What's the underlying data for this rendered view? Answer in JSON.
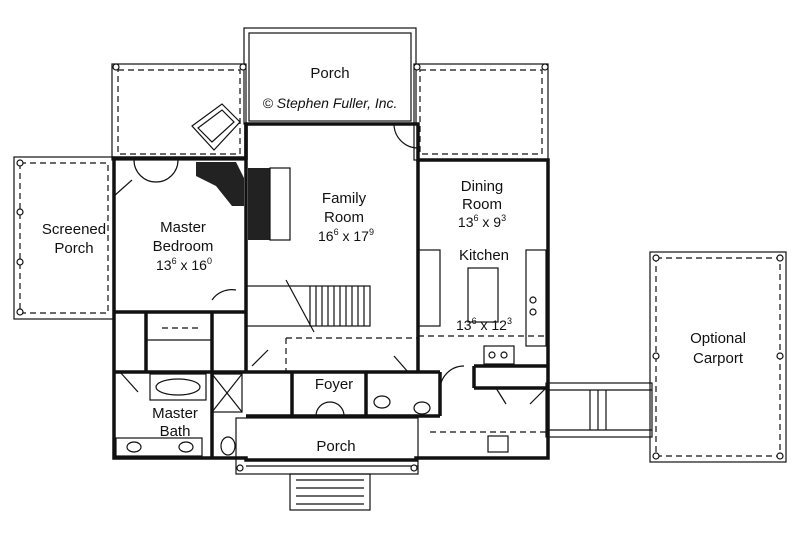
{
  "copyright": "© Stephen Fuller, Inc.",
  "rooms": {
    "porch_rear": {
      "name": "Porch"
    },
    "screened_porch": {
      "line1": "Screened",
      "line2": "Porch"
    },
    "master_bedroom": {
      "line1": "Master",
      "line2": "Bedroom",
      "dim_a": "13",
      "dim_a_sup": "6",
      "dim_b": "16",
      "dim_b_sup": "0"
    },
    "family_room": {
      "line1": "Family",
      "line2": "Room",
      "dim_a": "16",
      "dim_a_sup": "6",
      "dim_b": "17",
      "dim_b_sup": "9"
    },
    "dining_room": {
      "line1": "Dining",
      "line2": "Room",
      "dim_a": "13",
      "dim_a_sup": "6",
      "dim_b": "9",
      "dim_b_sup": "3"
    },
    "kitchen": {
      "name": "Kitchen",
      "dim_a": "13",
      "dim_a_sup": "6",
      "dim_b": "12",
      "dim_b_sup": "3"
    },
    "optional_carport": {
      "line1": "Optional",
      "line2": "Carport"
    },
    "foyer": {
      "name": "Foyer"
    },
    "master_bath": {
      "line1": "Master",
      "line2": "Bath"
    },
    "porch_front": {
      "name": "Porch"
    }
  },
  "dim_separator": "x"
}
